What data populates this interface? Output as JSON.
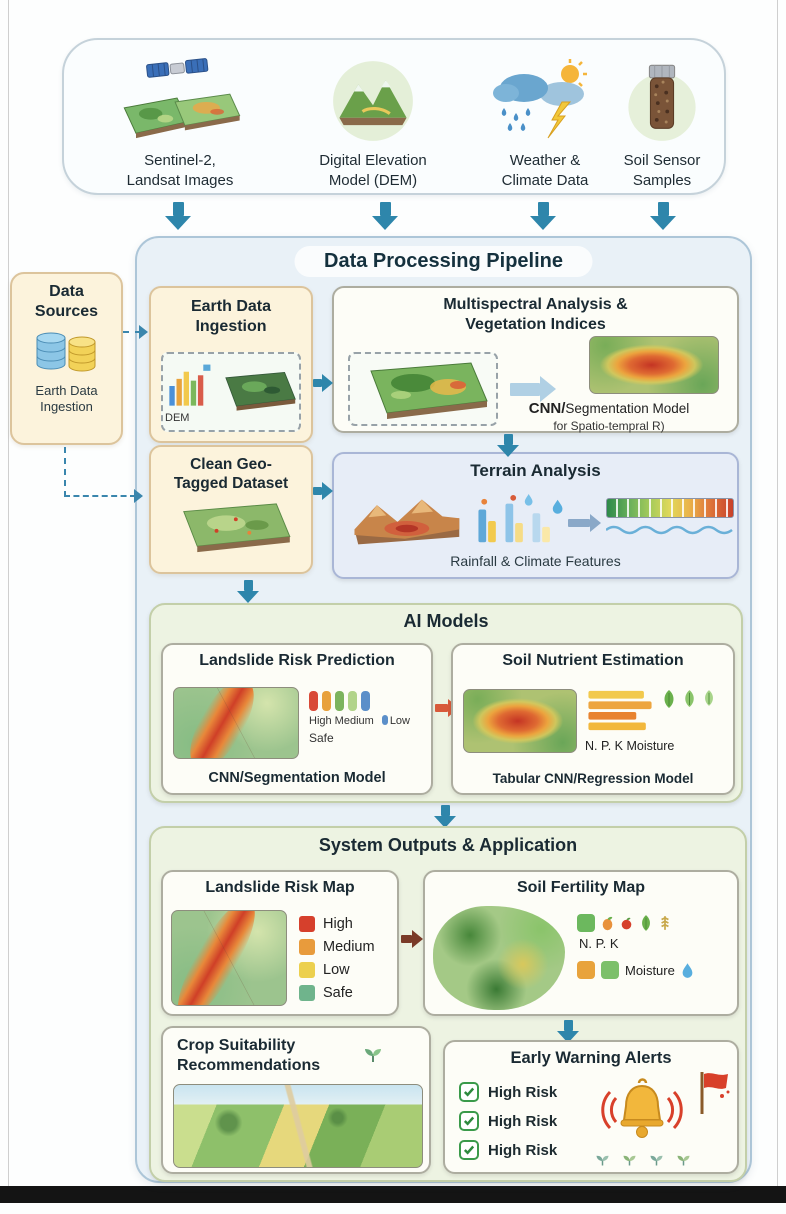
{
  "sources": {
    "items": [
      {
        "label": "Sentinel-2,\nLandsat Images"
      },
      {
        "label": "Digital Elevation\nModel (DEM)"
      },
      {
        "label": "Weather &\nClimate Data"
      },
      {
        "label": "Soil Sensor\nSamples"
      }
    ]
  },
  "pipeline": {
    "title": "Data Processing Pipeline",
    "data_sources": {
      "title": "Data\nSources",
      "caption": "Earth Data\nIngestion"
    },
    "earth_ingestion": {
      "title": "Earth Data\nIngestion",
      "dem_label": "DEM"
    },
    "multispectral": {
      "title": "Multispectral Analysis &\nVegetation Indices",
      "model_prefix": "CNN/",
      "model_name": "Segmentation Model",
      "model_note": "for Spatio-tempral R)"
    },
    "clean_dataset": {
      "title": "Clean Geo-\nTagged Dataset"
    },
    "terrain": {
      "title": "Terrain Analysis",
      "caption": "Rainfall & Climate Features"
    }
  },
  "ai_models": {
    "title": "AI Models",
    "landslide": {
      "title": "Landslide Risk Prediction",
      "pill_colors": [
        "#d94a38",
        "#e8a13c",
        "#7cb45e",
        "#b2d48a",
        "#5b8fc9"
      ],
      "legend_line1": "High Medium",
      "legend_line2": "Low",
      "legend_line3": "Safe",
      "model": "CNN/Segmentation Model"
    },
    "soil_nutrient": {
      "title": "Soil Nutrient Estimation",
      "legend": "N. P. K Moisture",
      "model": "Tabular CNN/Regression Model"
    }
  },
  "outputs": {
    "title": "System Outputs & Application",
    "risk_map": {
      "title": "Landslide Risk Map",
      "legend": [
        {
          "label": "High",
          "color": "#d6402c"
        },
        {
          "label": "Medium",
          "color": "#e89b3c"
        },
        {
          "label": "Low",
          "color": "#ecd04e"
        },
        {
          "label": "Safe",
          "color": "#6fb48c"
        }
      ]
    },
    "fertility_map": {
      "title": "Soil Fertility Map",
      "npk_label": "N. P. K",
      "npk_swatch": "#6cb85e",
      "moisture_label": "Moisture",
      "moisture_swatches": [
        "#e8a33c",
        "#7cc06a"
      ]
    },
    "crop": {
      "title": "Crop Suitability\nRecommendations"
    },
    "alerts": {
      "title": "Early Warning Alerts",
      "items": [
        "High Risk",
        "High Risk",
        "High Risk"
      ]
    }
  },
  "colors": {
    "arrow_teal": "#2e86ab",
    "arrow_red": "#d85a3a",
    "arrow_dark": "#7a3b28"
  }
}
